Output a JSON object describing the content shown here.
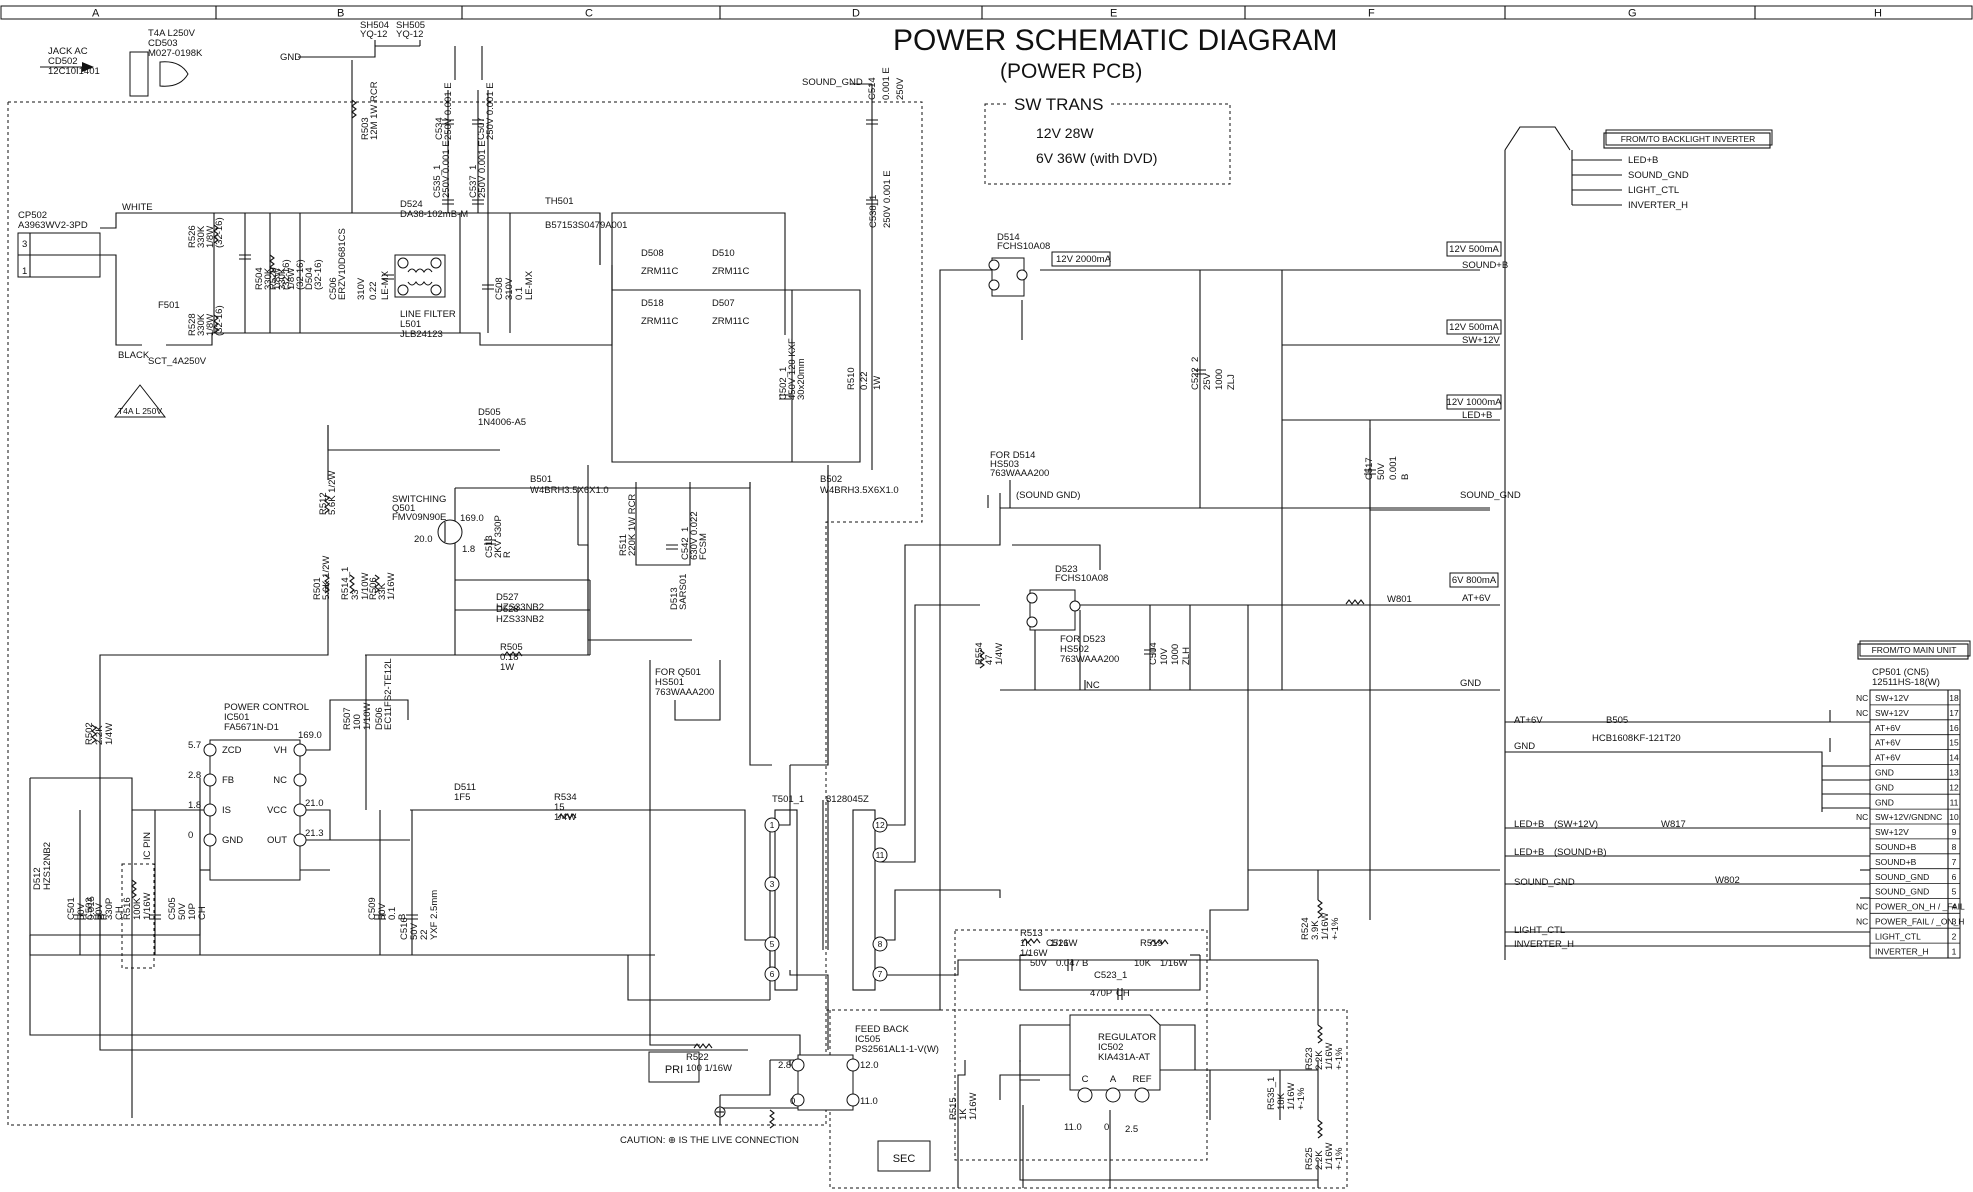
{
  "header": {
    "columns": [
      "A",
      "B",
      "C",
      "D",
      "E",
      "F",
      "G",
      "H"
    ],
    "title": "POWER SCHEMATIC DIAGRAM",
    "subtitle": "(POWER PCB)"
  },
  "sw_trans": {
    "title": "SW TRANS",
    "lines": [
      "12V 28W",
      "6V 36W (with DVD)"
    ]
  },
  "regions": {
    "pri": "PRI",
    "sec": "SEC"
  },
  "caution": "CAUTION: ⊕ IS THE LIVE CONNECTION",
  "labels": {
    "jack": [
      "JACK AC",
      "CD502",
      "12C10I1401"
    ],
    "fuse_conn": [
      "T4A L250V",
      "CD503",
      "M027-0198K"
    ],
    "sh504": [
      "SH504",
      "YQ-12"
    ],
    "sh505": [
      "SH505",
      "YQ-12"
    ],
    "gnd": "GND",
    "sound_gnd_top": "SOUND_GND",
    "cp502": [
      "CP502",
      "A3963WV2-3PD"
    ],
    "cp502_pins": [
      "3",
      "1"
    ],
    "white": "WHITE",
    "black": "BLACK",
    "f501": [
      "F501",
      "SCT_4A250V"
    ],
    "fuse_rating": "T4A L 250V",
    "r503": [
      "R503",
      "12M 1W RCR"
    ],
    "r526": [
      "R526",
      "330K",
      "1/8W",
      "(32-16)"
    ],
    "r520": [
      "R520",
      "330K",
      "1/8W",
      "(32-16)"
    ],
    "r504": [
      "R504",
      "330K",
      "1/8W",
      "(32-16)"
    ],
    "r528": [
      "R528",
      "330K",
      "1/8W",
      "(32-16)"
    ],
    "d504": [
      "D504",
      "(32-16)"
    ],
    "c506": [
      "C506",
      "ERZV10D681CS"
    ],
    "c506v": [
      "310V",
      "0.22",
      "LE-MX"
    ],
    "c534": [
      "C534",
      "250V 0.001 E"
    ],
    "c507": [
      "C507",
      "250V 0.001 E"
    ],
    "c535": [
      "C535_1",
      "250V 0.001 E"
    ],
    "c537": [
      "C537_1",
      "250V 0.001 E"
    ],
    "c508": [
      "C508",
      "310V",
      "0.1",
      "LE-MX"
    ],
    "c514": [
      "C514",
      "0.001 E",
      "250V"
    ],
    "c538": [
      "C538_1",
      "250V 0.001 E"
    ],
    "d524": [
      "D524",
      "DA38-102mB-M"
    ],
    "th501": [
      "TH501",
      "B57153S0479A001"
    ],
    "l501": [
      "LINE FILTER",
      "L501",
      "JLB24123"
    ],
    "d508": [
      "D508",
      "ZRM11C"
    ],
    "d510": [
      "D510",
      "ZRM11C"
    ],
    "d518": [
      "D518",
      "ZRM11C"
    ],
    "d507": [
      "D507",
      "ZRM11C"
    ],
    "c502": [
      "C502_1",
      "450V 120 KXF",
      "30x20mm"
    ],
    "r510": [
      "R510",
      "0.22",
      "1W"
    ],
    "d505": [
      "D505",
      "1N4006-A5"
    ],
    "r512": [
      "R512",
      "5.6K 1/2W"
    ],
    "r501": [
      "R501",
      "5.6K 1/2W"
    ],
    "r514": [
      "R514_1",
      "33",
      "1/10W"
    ],
    "r506": [
      "R506",
      "33K",
      "1/16W"
    ],
    "q501": [
      "SWITCHING",
      "Q501",
      "FMV09N90E"
    ],
    "q501v": [
      "169.0",
      "20.0",
      "1.8"
    ],
    "c513": [
      "C513",
      "2KV 330P",
      "R"
    ],
    "b501": [
      "B501",
      "W4BRH3.5X6X1.0"
    ],
    "b502": [
      "B502",
      "W4BRH3.5X6X1.0"
    ],
    "d527": [
      "D527",
      "HZS33NB2"
    ],
    "d528": [
      "D528",
      "HZS33NB2"
    ],
    "r505": [
      "R505",
      "0.18",
      "1W"
    ],
    "r511": [
      "R511",
      "220K 1W RCR"
    ],
    "c542": [
      "C542_1",
      "630V 0.022",
      "FCSM"
    ],
    "d513": [
      "D513",
      "SARS01"
    ],
    "hs501": [
      "FOR Q501",
      "HS501",
      "763WAAA200"
    ],
    "ic501": [
      "POWER CONTROL",
      "IC501",
      "FA5671N-D1"
    ],
    "ic501_pins": [
      "ZCD",
      "FB",
      "IS",
      "GND",
      "VH",
      "NC",
      "VCC",
      "OUT"
    ],
    "ic501_v": [
      "5.7",
      "2.8",
      "1.8",
      "0",
      "169.0",
      "21.0",
      "21.3"
    ],
    "r507": [
      "R507",
      "100",
      "1/10W"
    ],
    "d506": [
      "D506",
      "EC11FS2-TE12L"
    ],
    "d511": [
      "D511",
      "1F5"
    ],
    "r534": [
      "R534",
      "15",
      "1/4W"
    ],
    "r502": [
      "R502",
      "2.2K",
      "1/4W"
    ],
    "d512": [
      "D512",
      "HZS12NB2"
    ],
    "c501": [
      "C501",
      "50V",
      "0.015",
      "B"
    ],
    "c503": [
      "C503",
      "50V",
      "330P",
      "CH"
    ],
    "r516": [
      "R516",
      "100K",
      "1/16W"
    ],
    "icpin": "IC PIN",
    "c505": [
      "C505",
      "50V",
      "10P",
      "CH"
    ],
    "c509": [
      "C509",
      "50V",
      "0.1",
      "B"
    ],
    "c516": [
      "C516",
      "50V",
      "22",
      "YXF 2.5mm"
    ],
    "t501": [
      "T501_1",
      "8128045Z"
    ],
    "t501_pins": [
      "1",
      "3",
      "5",
      "6",
      "12",
      "11",
      "8",
      "7"
    ],
    "d514": [
      "D514",
      "FCHS10A08"
    ],
    "d514_rating": "12V 2000mA",
    "hs503": [
      "FOR D514",
      "HS503",
      "763WAAA200"
    ],
    "sound_gnd_paren": "(SOUND GND)",
    "c522": [
      "C522_2",
      "25V",
      "1000",
      "ZLJ"
    ],
    "c517": [
      "C517",
      "50V",
      "0.001",
      "B"
    ],
    "d523": [
      "D523",
      "FCHS10A08"
    ],
    "hs502": [
      "FOR D523",
      "HS502",
      "763WAAA200"
    ],
    "nc": "NC",
    "c504": [
      "C504",
      "10V",
      "1000",
      "ZLH"
    ],
    "r554": [
      "R554",
      "47",
      "1/4W"
    ],
    "w801": "W801",
    "r513": [
      "R513",
      "1K",
      "1/16W"
    ],
    "c521": [
      "C521",
      "50V",
      "0.047",
      "B"
    ],
    "r519": [
      "R519",
      "10K",
      "1/16W"
    ],
    "c523": [
      "C523_1",
      "470P",
      "CH"
    ],
    "r524": [
      "R524",
      "3.9K",
      "1/16W",
      "+-1%"
    ],
    "r522": [
      "R522",
      "100 1/16W"
    ],
    "ic505": [
      "FEED BACK",
      "IC505",
      "PS2561AL1-1-V(W)"
    ],
    "ic505_v": [
      "2.8",
      "0",
      "12.0",
      "11.0"
    ],
    "ic502": [
      "REGULATOR",
      "IC502",
      "KIA431A-AT"
    ],
    "ic502_pins": [
      "C",
      "A",
      "REF"
    ],
    "ic502_v": [
      "11.0",
      "0",
      "2.5"
    ],
    "r515": [
      "R515",
      "1K",
      "1/16W"
    ],
    "r535": [
      "R535_1",
      "18K",
      "1/16W",
      "+-1%"
    ],
    "r523": [
      "R523",
      "2.2K",
      "1/16W",
      "+-1%"
    ],
    "r525": [
      "R525",
      "2.2K",
      "1/16W",
      "+-1%"
    ]
  },
  "outputs": [
    {
      "rating": "12V 500mA",
      "net": "SOUND+B"
    },
    {
      "rating": "12V 500mA",
      "net": "SW+12V"
    },
    {
      "rating": "12V 1000mA",
      "net": "LED+B"
    },
    {
      "rating": "",
      "net": "SOUND_GND"
    },
    {
      "rating": "6V 800mA",
      "net": "AT+6V"
    },
    {
      "rating": "",
      "net": "GND"
    }
  ],
  "backlight": {
    "title": "FROM/TO BACKLIGHT INVERTER",
    "signals": [
      "LED+B",
      "SOUND_GND",
      "LIGHT_CTL",
      "INVERTER_H"
    ]
  },
  "main_unit": {
    "title": "FROM/TO MAIN UNIT",
    "connector": [
      "CP501 (CN5)",
      "12511HS-18(W)"
    ],
    "pins": [
      {
        "no": "18",
        "name": "SW+12V",
        "nc": "NC"
      },
      {
        "no": "17",
        "name": "SW+12V",
        "nc": "NC"
      },
      {
        "no": "16",
        "name": "AT+6V",
        "nc": ""
      },
      {
        "no": "15",
        "name": "AT+6V",
        "nc": ""
      },
      {
        "no": "14",
        "name": "AT+6V",
        "nc": ""
      },
      {
        "no": "13",
        "name": "GND",
        "nc": ""
      },
      {
        "no": "12",
        "name": "GND",
        "nc": ""
      },
      {
        "no": "11",
        "name": "GND",
        "nc": ""
      },
      {
        "no": "10",
        "name": "SW+12V/GNDNC",
        "nc": "NC"
      },
      {
        "no": "9",
        "name": "SW+12V",
        "nc": ""
      },
      {
        "no": "8",
        "name": "SOUND+B",
        "nc": ""
      },
      {
        "no": "7",
        "name": "SOUND+B",
        "nc": ""
      },
      {
        "no": "6",
        "name": "SOUND_GND",
        "nc": ""
      },
      {
        "no": "5",
        "name": "SOUND_GND",
        "nc": ""
      },
      {
        "no": "4",
        "name": "POWER_ON_H / _FAIL",
        "nc": "NC"
      },
      {
        "no": "3",
        "name": "POWER_FAIL / _ON_H",
        "nc": "NC"
      },
      {
        "no": "2",
        "name": "LIGHT_CTL",
        "nc": ""
      },
      {
        "no": "1",
        "name": "INVERTER_H",
        "nc": ""
      }
    ],
    "left_nets": [
      "AT+6V",
      "GND",
      "LED+B",
      "(SW+12V)",
      "LED+B",
      "(SOUND+B)",
      "SOUND_GND",
      "LIGHT_CTL",
      "INVERTER_H"
    ],
    "b505": [
      "B505",
      "HCB1608KF-121T20"
    ],
    "w817": "W817",
    "w802": "W802"
  }
}
